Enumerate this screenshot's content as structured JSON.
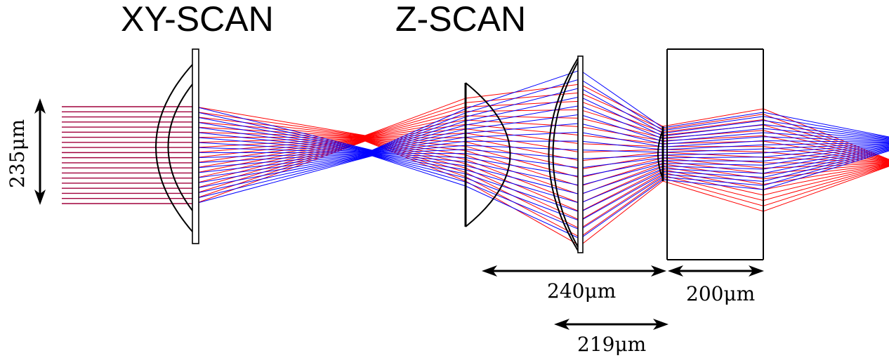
{
  "labels": {
    "xy_scan": "XY-SCAN",
    "z_scan": "Z-SCAN",
    "beam_height": "235μm",
    "dist_240": "240μm",
    "dist_200": "200μm",
    "dist_219": "219μm"
  },
  "colors": {
    "ray_red": "#ff0000",
    "ray_blue": "#0000ff",
    "ray_input": "#a0003c",
    "lens_stroke": "#000000"
  }
}
